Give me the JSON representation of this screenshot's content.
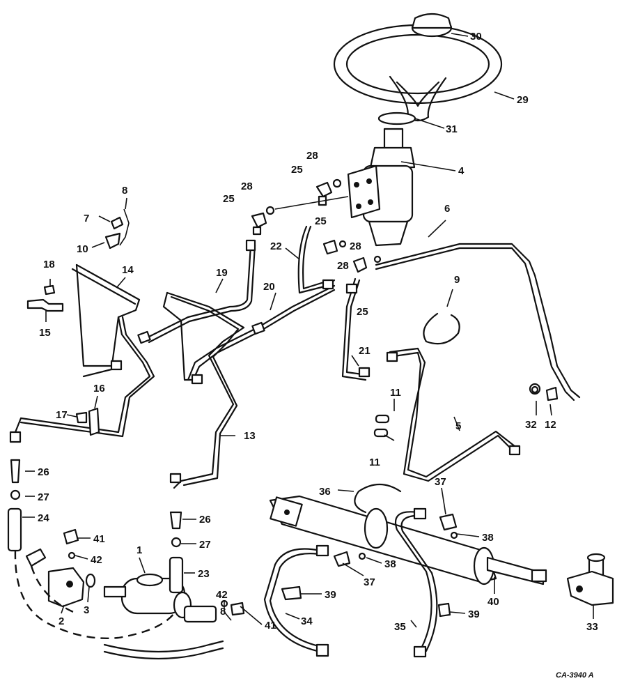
{
  "figure_code": "CA-3940 A",
  "callouts": {
    "c1": "1",
    "c2": "2",
    "c3": "3",
    "c4": "4",
    "c5": "5",
    "c6": "6",
    "c7": "7",
    "c8": "8",
    "c9": "9",
    "c10": "10",
    "c11a": "11",
    "c11b": "11",
    "c12": "12",
    "c13": "13",
    "c14": "14",
    "c15": "15",
    "c16": "16",
    "c17": "17",
    "c18": "18",
    "c19": "19",
    "c20": "20",
    "c21": "21",
    "c22": "22",
    "c23": "23",
    "c24": "24",
    "c25a": "25",
    "c25b": "25",
    "c25c": "25",
    "c25d": "25",
    "c26a": "26",
    "c26b": "26",
    "c27a": "27",
    "c27b": "27",
    "c28a": "28",
    "c28b": "28",
    "c28c": "28",
    "c28d": "28",
    "c29": "29",
    "c30": "30",
    "c31": "31",
    "c32": "32",
    "c33": "33",
    "c34": "34",
    "c35": "35",
    "c36": "36",
    "c37a": "37",
    "c37b": "37",
    "c38a": "38",
    "c38b": "38",
    "c39a": "39",
    "c39b": "39",
    "c40": "40",
    "c41a": "41",
    "c41b": "41",
    "c42a": "42",
    "c42b": "42",
    "c8b": "8"
  }
}
